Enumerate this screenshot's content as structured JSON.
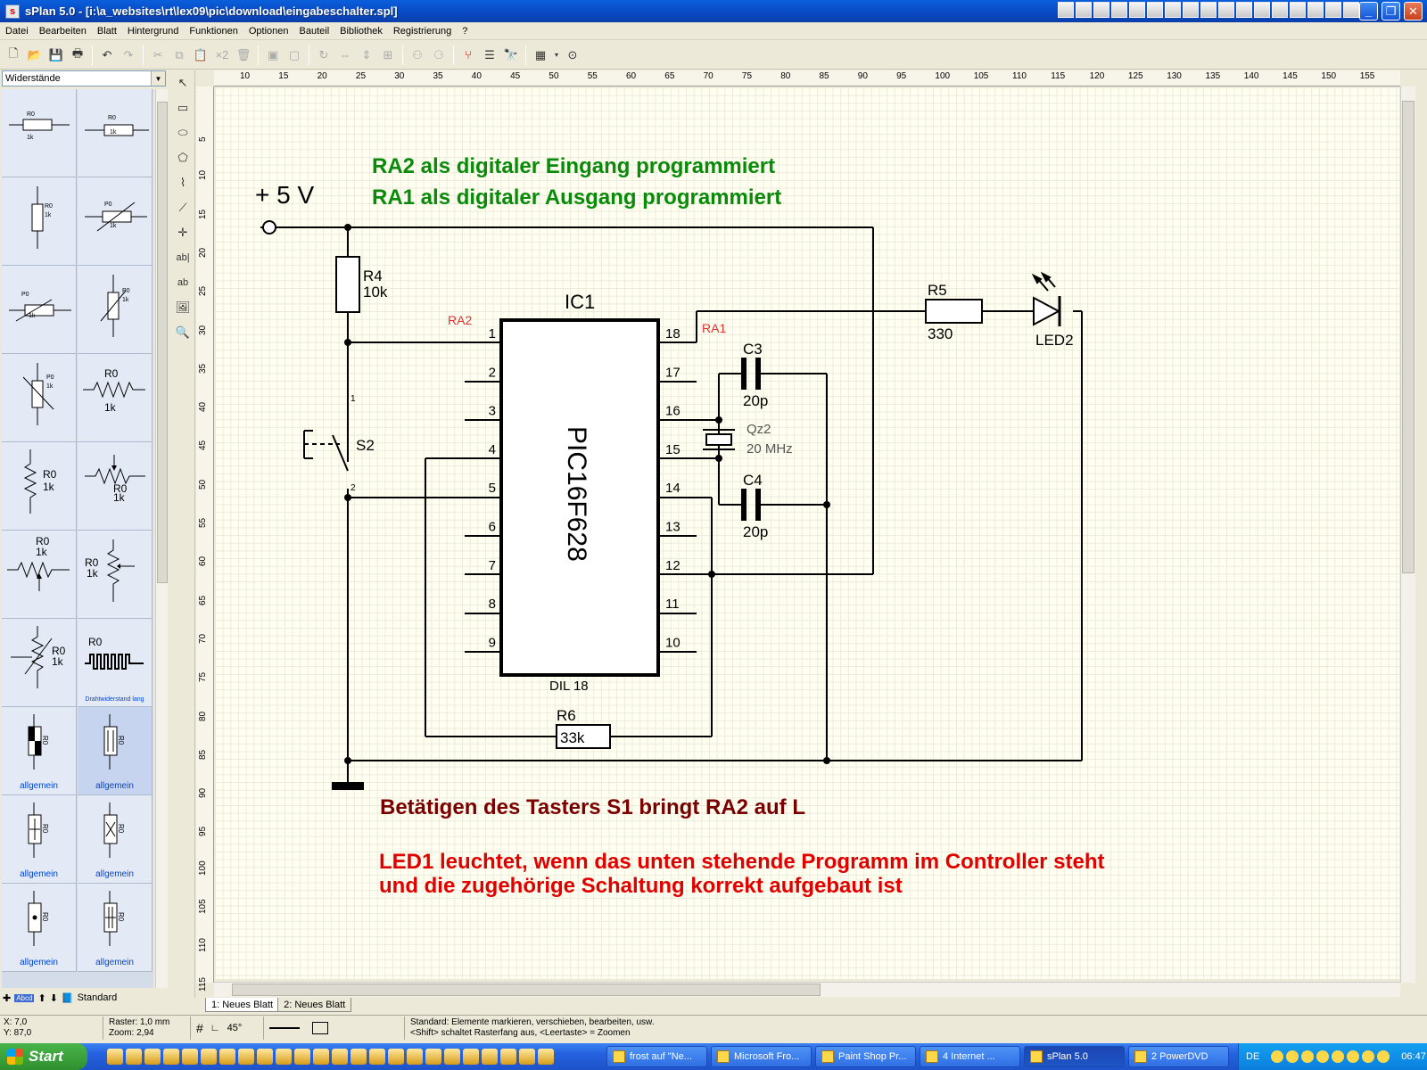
{
  "window": {
    "title": "sPlan 5.0 - [i:\\a_websites\\rt\\lex09\\pic\\download\\eingabeschalter.spl]",
    "app_icon": "splan-icon"
  },
  "menu": [
    "Datei",
    "Bearbeiten",
    "Blatt",
    "Hintergrund",
    "Funktionen",
    "Optionen",
    "Bauteil",
    "Bibliothek",
    "Registrierung",
    "?"
  ],
  "library": {
    "selected": "Widerstände",
    "items": [
      {
        "caption": "",
        "labels": [
          "R0",
          "1k"
        ]
      },
      {
        "caption": "",
        "labels": [
          "R0",
          "1k"
        ]
      },
      {
        "caption": "",
        "labels": [
          "R0",
          "1k"
        ]
      },
      {
        "caption": "",
        "labels": [
          "P0",
          "1k"
        ]
      },
      {
        "caption": "",
        "labels": [
          "P0",
          "1k"
        ]
      },
      {
        "caption": "",
        "labels": [
          "P0",
          "1k"
        ]
      },
      {
        "caption": "",
        "labels": [
          "P0",
          "1k"
        ]
      },
      {
        "caption": "",
        "labels": [
          "R0",
          "1k"
        ]
      },
      {
        "caption": "",
        "labels": [
          "R0",
          "1k"
        ]
      },
      {
        "caption": "",
        "labels": [
          "R0",
          "1k"
        ]
      },
      {
        "caption": "",
        "labels": [
          "R0",
          "1k"
        ]
      },
      {
        "caption": "",
        "labels": [
          "R0",
          "1k"
        ]
      },
      {
        "caption": "",
        "labels": [
          "R0",
          "1k"
        ]
      },
      {
        "caption": "Drahtwiderstand lang",
        "labels": [
          "R0",
          ""
        ]
      },
      {
        "caption": "allgemein",
        "labels": [
          "R0",
          ""
        ]
      },
      {
        "caption": "allgemein",
        "labels": [
          "R0",
          ""
        ]
      },
      {
        "caption": "allgemein",
        "labels": [
          "R0",
          ""
        ]
      },
      {
        "caption": "allgemein",
        "labels": [
          "R0",
          ""
        ]
      },
      {
        "caption": "allgemein",
        "labels": [
          "R0",
          ""
        ]
      },
      {
        "caption": "allgemein",
        "labels": [
          "R0",
          ""
        ]
      }
    ],
    "footer_label": "Standard",
    "footer_badge": "Abcd"
  },
  "rulers": {
    "h": [
      "10",
      "15",
      "20",
      "25",
      "30",
      "35",
      "40",
      "45",
      "50",
      "55",
      "60",
      "65",
      "70",
      "75",
      "80",
      "85",
      "90",
      "95",
      "100",
      "105",
      "110",
      "115",
      "120",
      "125",
      "130",
      "135",
      "140",
      "145",
      "150",
      "155"
    ],
    "v": [
      "5",
      "10",
      "15",
      "20",
      "25",
      "30",
      "35",
      "40",
      "45",
      "50",
      "55",
      "60",
      "65",
      "70",
      "75",
      "80",
      "85",
      "90",
      "95",
      "100",
      "105",
      "110",
      "115"
    ]
  },
  "schematic": {
    "supply": "+ 5 V",
    "note1": "RA2 als digitaler Eingang programmiert",
    "note2": "RA1 als digitaler Ausgang programmiert",
    "note3": "Betätigen des Tasters S1 bringt RA2 auf L",
    "note4": "LED1 leuchtet, wenn das unten stehende Programm im Controller steht",
    "note5": "und die zugehörige Schaltung korrekt aufgebaut ist",
    "ic_name": "IC1",
    "ic_type": "PIC16F628",
    "ic_package": "DIL 18",
    "pins_left": [
      "1",
      "2",
      "3",
      "4",
      "5",
      "6",
      "7",
      "8",
      "9"
    ],
    "pins_right": [
      "18",
      "17",
      "16",
      "15",
      "14",
      "13",
      "12",
      "11",
      "10"
    ],
    "ra2": "RA2",
    "ra1": "RA1",
    "r4_name": "R4",
    "r4_value": "10k",
    "r5_name": "R5",
    "r5_value": "330",
    "r6_name": "R6",
    "r6_value": "33k",
    "led_name": "LED2",
    "c3_name": "C3",
    "c3_value": "20p",
    "c4_name": "C4",
    "c4_value": "20p",
    "qz_name": "Qz2",
    "qz_value": "20 MHz",
    "s2_name": "S2",
    "s2_pin1": "1",
    "s2_pin2": "2",
    "colors": {
      "green": "#0a8a0a",
      "darkred": "#7a0000",
      "red": "#e00000",
      "pinred": "#e03030"
    }
  },
  "sheet_tabs": [
    "1: Neues Blatt",
    "2: Neues Blatt"
  ],
  "status": {
    "x": "X: 7,0",
    "y": "Y: 87,0",
    "raster": "Raster: 1,0 mm",
    "zoom": "Zoom:    2,94",
    "angle": "45°",
    "hint1": "Standard: Elemente markieren, verschieben, bearbeiten, usw.",
    "hint2": "<Shift> schaltet Rasterfang aus, <Leertaste> = Zoomen"
  },
  "taskbar": {
    "start": "Start",
    "tasks": [
      "frost auf \"Ne...",
      "Microsoft Fro...",
      "Paint Shop Pr...",
      "4 Internet ...",
      "sPlan 5.0",
      "2 PowerDVD"
    ],
    "lang": "DE",
    "clock": "06:47"
  }
}
